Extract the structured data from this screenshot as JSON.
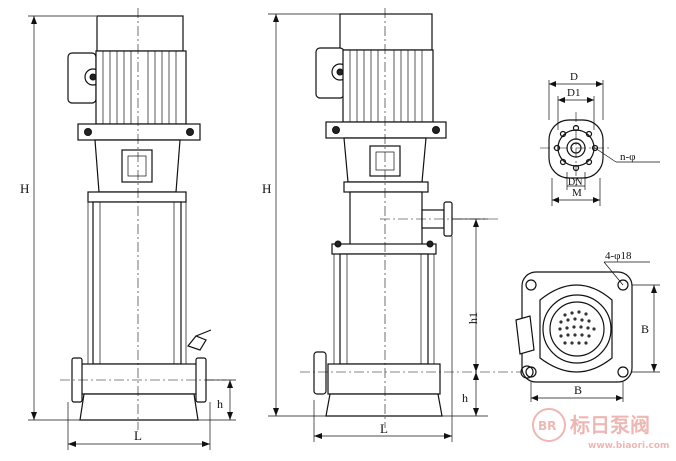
{
  "labels": {
    "H_left": "H",
    "H_right": "H",
    "L_left": "L",
    "L_right": "L",
    "h_left": "h",
    "h_right": "h",
    "h1": "h1",
    "D": "D",
    "D1": "D1",
    "DN": "DN",
    "M": "M",
    "n_phi": "n-φ",
    "bolts": "4-φ18",
    "B_right": "B",
    "B_bottom": "B"
  },
  "watermark": {
    "logo": "BR",
    "brand": "标日泵阀",
    "url": "www.biaori.com"
  },
  "colors": {
    "line": "#111111",
    "watermark": "#e8a09a"
  }
}
